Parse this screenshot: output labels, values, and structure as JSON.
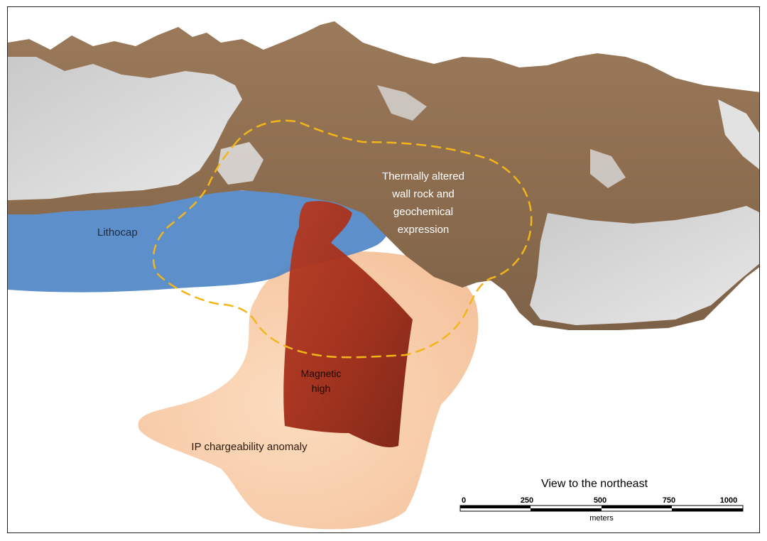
{
  "labels": {
    "lithocap": "Lithocap",
    "thermal_line1": "Thermally altered",
    "thermal_line2": "wall rock and",
    "thermal_line3": "geochemical",
    "thermal_line4": "expression",
    "magnetic_line1": "Magnetic",
    "magnetic_line2": "high",
    "ip": "IP chargeability anomaly"
  },
  "scale": {
    "title": "View to the northeast",
    "ticks": [
      "0",
      "250",
      "500",
      "750",
      "1000"
    ],
    "unit": "meters"
  },
  "colors": {
    "lithocap": "#4f86c6",
    "ip_anomaly": "#f6c7a0",
    "magnetic": "#9c2a18",
    "outline": "#f2b619",
    "terrain_rock": "#8a6a4c",
    "terrain_snow": "#d8d8d8"
  }
}
